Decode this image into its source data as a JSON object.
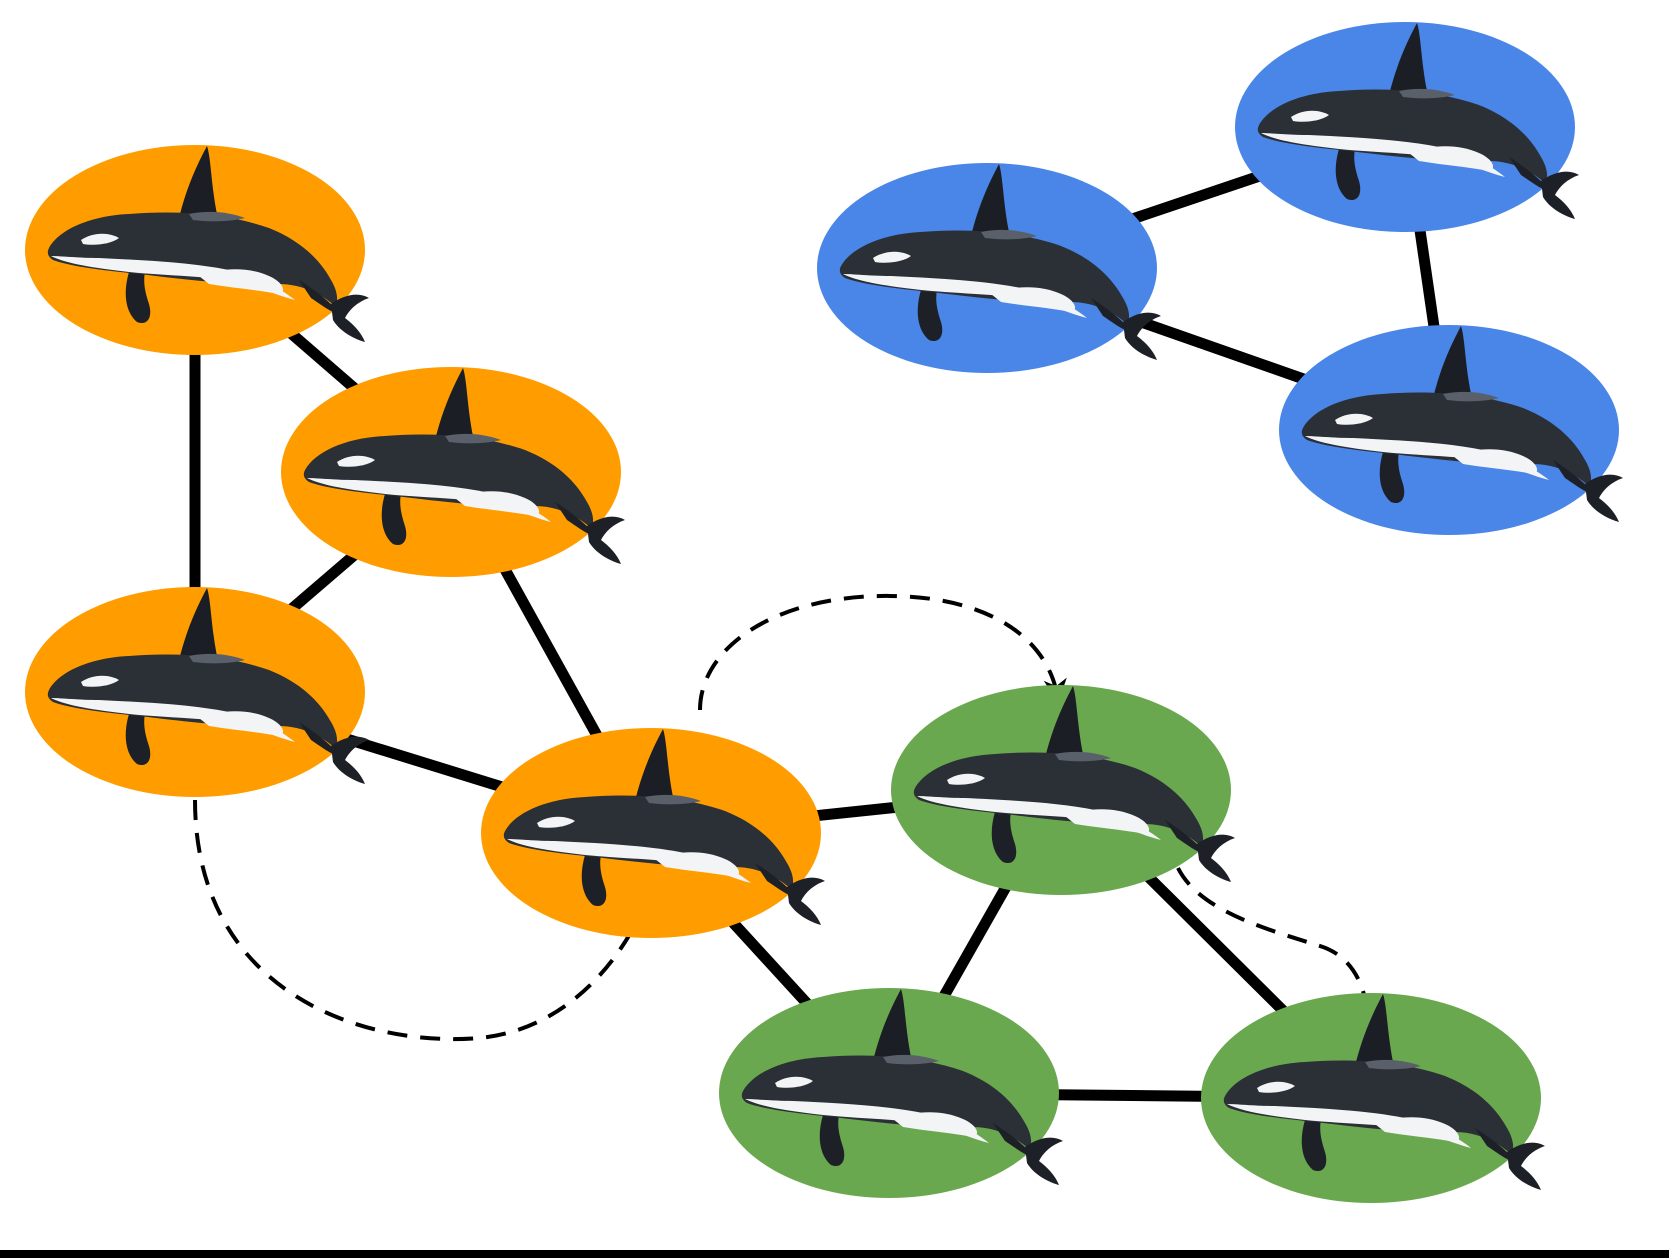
{
  "diagram": {
    "type": "network-graph",
    "node_icon": "orca-icon",
    "groups": [
      {
        "id": "orange",
        "color": "#FF9D00"
      },
      {
        "id": "blue",
        "color": "#4A86E8"
      },
      {
        "id": "green",
        "color": "#6AA84F"
      }
    ],
    "nodes": [
      {
        "id": "o1",
        "group": "orange"
      },
      {
        "id": "o2",
        "group": "orange"
      },
      {
        "id": "o3",
        "group": "orange"
      },
      {
        "id": "o4",
        "group": "orange"
      },
      {
        "id": "b1",
        "group": "blue"
      },
      {
        "id": "b2",
        "group": "blue"
      },
      {
        "id": "b3",
        "group": "blue"
      },
      {
        "id": "g1",
        "group": "green"
      },
      {
        "id": "g2",
        "group": "green"
      },
      {
        "id": "g3",
        "group": "green"
      }
    ],
    "edges": [
      {
        "from": "o1",
        "to": "o3"
      },
      {
        "from": "o1",
        "to": "o2"
      },
      {
        "from": "o2",
        "to": "o3"
      },
      {
        "from": "o2",
        "to": "o4"
      },
      {
        "from": "o3",
        "to": "o4"
      },
      {
        "from": "o4",
        "to": "g1"
      },
      {
        "from": "o4",
        "to": "g2"
      },
      {
        "from": "g1",
        "to": "g2"
      },
      {
        "from": "g1",
        "to": "g3"
      },
      {
        "from": "g2",
        "to": "g3"
      },
      {
        "from": "b1",
        "to": "b2"
      },
      {
        "from": "b2",
        "to": "b3"
      },
      {
        "from": "b1",
        "to": "b3"
      }
    ],
    "movements": [
      {
        "from": "o3",
        "to": "o4",
        "style": "dashed"
      },
      {
        "from": "o4",
        "to": "g1",
        "style": "dashed"
      },
      {
        "from": "g1",
        "to": "g3",
        "style": "dashed"
      }
    ]
  }
}
